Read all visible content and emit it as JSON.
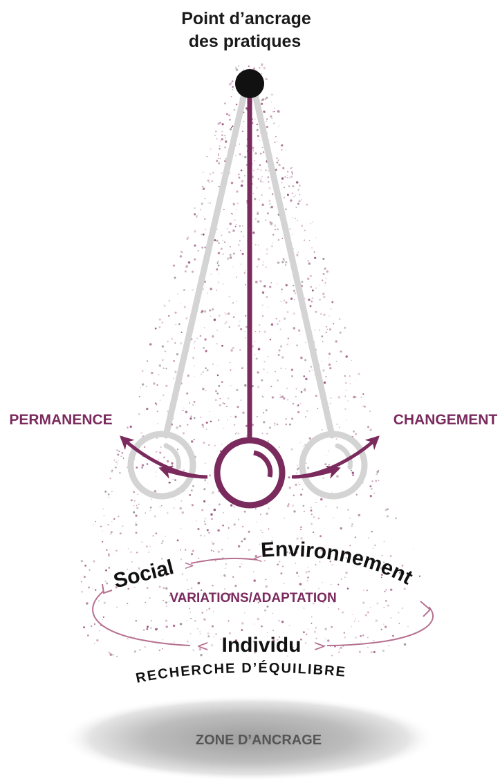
{
  "title": {
    "line1": "Point d’ancrage",
    "line2": "des pratiques"
  },
  "labels": {
    "permanence": "PERMANENCE",
    "changement": "CHANGEMENT",
    "social": "Social",
    "environnement": "Environnement",
    "variations": "VARIATIONS/ADAPTATION",
    "individu": "Individu",
    "recherche": "RECHERCHE D’ÉQUILIBRE",
    "zone": "ZONE D’ANCRAGE"
  },
  "colors": {
    "accent": "#7a2a5c",
    "grey_string": "#d4d4d4",
    "anchor": "#111111",
    "text_dark": "#111111",
    "zone_shadow": "#bdbdbd"
  }
}
